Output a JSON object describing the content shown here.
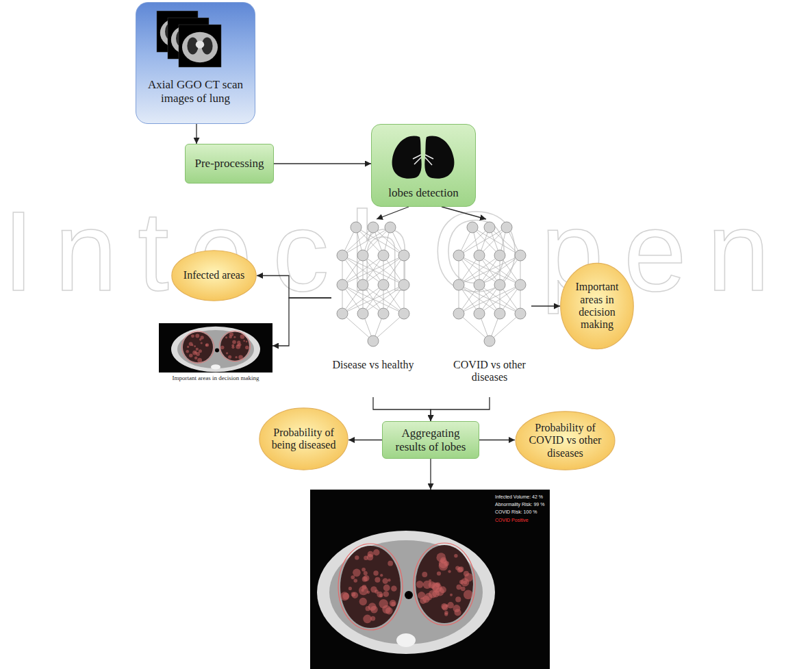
{
  "diagram": {
    "nodes": [
      {
        "text": [
          "Axial GGO CT scan images of lung"
        ]
      },
      {
        "text": [
          "Pre-processing"
        ]
      },
      {
        "text": [
          "lobes detection"
        ]
      },
      {
        "text": [
          "Infected areas"
        ]
      },
      {
        "text": [
          "Disease vs healthy"
        ]
      },
      {
        "text": [
          "COVID vs other diseases"
        ]
      },
      {
        "text": [
          "Important areas in decision making"
        ]
      },
      {
        "text": [
          "Important areas in decision making"
        ]
      },
      {
        "text": [
          "Aggregating results of lobes"
        ]
      },
      {
        "text": [
          "Probability of being diseased"
        ]
      },
      {
        "text": [
          "Probability of COVID vs other diseases"
        ]
      },
      {
        "text": [
          "Infected Volume: 42 %",
          "Abnormality Risk: 99 %",
          "COVID Risk: 100 %",
          "COVID Positive"
        ]
      }
    ],
    "edges": [
      {
        "from": 0,
        "to": 1,
        "arrow": "to"
      },
      {
        "from": 1,
        "to": 2,
        "arrow": "to"
      },
      {
        "from": 2,
        "to": 4,
        "arrow": "to"
      },
      {
        "from": 2,
        "to": 5,
        "arrow": "to"
      },
      {
        "from": 4,
        "to": 3,
        "arrow": "to"
      },
      {
        "from": 4,
        "to": 7,
        "arrow": "to"
      },
      {
        "from": 5,
        "to": 6,
        "arrow": "to"
      },
      {
        "from": 4,
        "to": 8,
        "arrow": "to"
      },
      {
        "from": 5,
        "to": 8,
        "arrow": "to"
      },
      {
        "from": 8,
        "to": 9,
        "arrow": "to"
      },
      {
        "from": 8,
        "to": 10,
        "arrow": "to"
      },
      {
        "from": 8,
        "to": 11,
        "arrow": "to"
      }
    ],
    "labels": [
      "IntechOpen"
    ]
  }
}
